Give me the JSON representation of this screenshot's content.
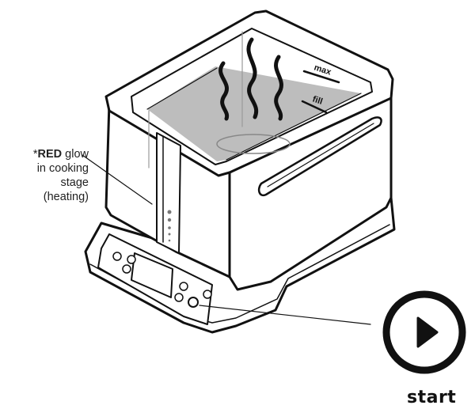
{
  "callout": {
    "prefix": "*",
    "strong": "RED",
    "line1_rest": " glow",
    "line2": "in cooking",
    "line3": "stage",
    "line4": "(heating)"
  },
  "fill_marks": {
    "max_label": "max",
    "fill_label": "fill"
  },
  "start_button": {
    "label": "start",
    "icon": "play-icon"
  },
  "colors": {
    "outline": "#111111",
    "water": "#bdbdbd",
    "body": "#ffffff"
  }
}
